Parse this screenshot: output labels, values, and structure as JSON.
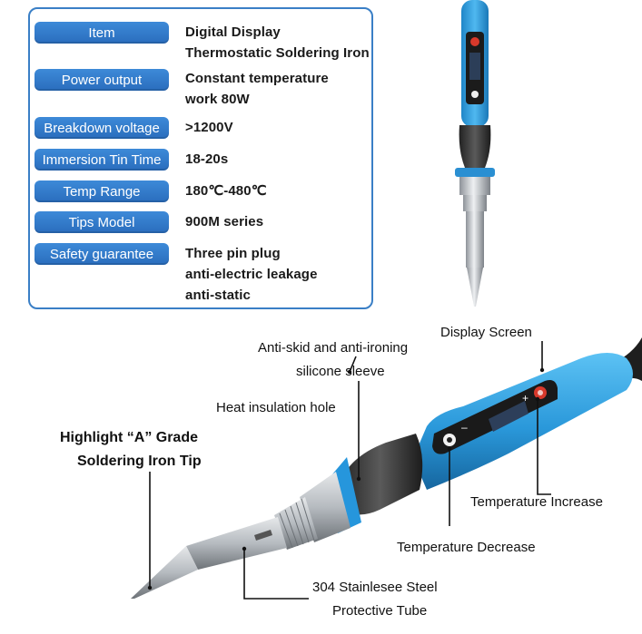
{
  "specs": [
    {
      "label": "Item",
      "value": [
        "Digital Display",
        "Thermostatic Soldering Iron"
      ]
    },
    {
      "label": "Power output",
      "value": [
        "Constant temperature",
        "work 80W"
      ]
    },
    {
      "label": "Breakdown voltage",
      "value": [
        ">1200V"
      ]
    },
    {
      "label": "Immersion Tin Time",
      "value": [
        "18-20s"
      ]
    },
    {
      "label": "Temp Range",
      "value": [
        "180℃-480℃"
      ]
    },
    {
      "label": "Tips Model",
      "value": [
        "900M series"
      ]
    },
    {
      "label": "Safety guarantee",
      "value": [
        "Three pin plug",
        "anti-electric leakage",
        "anti-static"
      ]
    }
  ],
  "callouts": {
    "display_screen": "Display Screen",
    "sleeve_1": "Anti-skid and anti-ironing",
    "sleeve_2": "silicone sleeve",
    "insulation_hole": "Heat insulation hole",
    "tip_1": "Highlight “A” Grade",
    "tip_2": "Soldering Iron Tip",
    "temp_increase": "Temperature Increase",
    "temp_decrease": "Temperature Decrease",
    "tube_1": "304 Stainlesee Steel",
    "tube_2": "Protective Tube"
  },
  "button_symbols": {
    "plus": "+",
    "minus": "–"
  },
  "colors": {
    "accent": "#3a7fc6",
    "handle": "#2aa2e6",
    "grip": "#3b3b3b",
    "steel": "#bfc3c8",
    "button_red": "#d8392b"
  }
}
